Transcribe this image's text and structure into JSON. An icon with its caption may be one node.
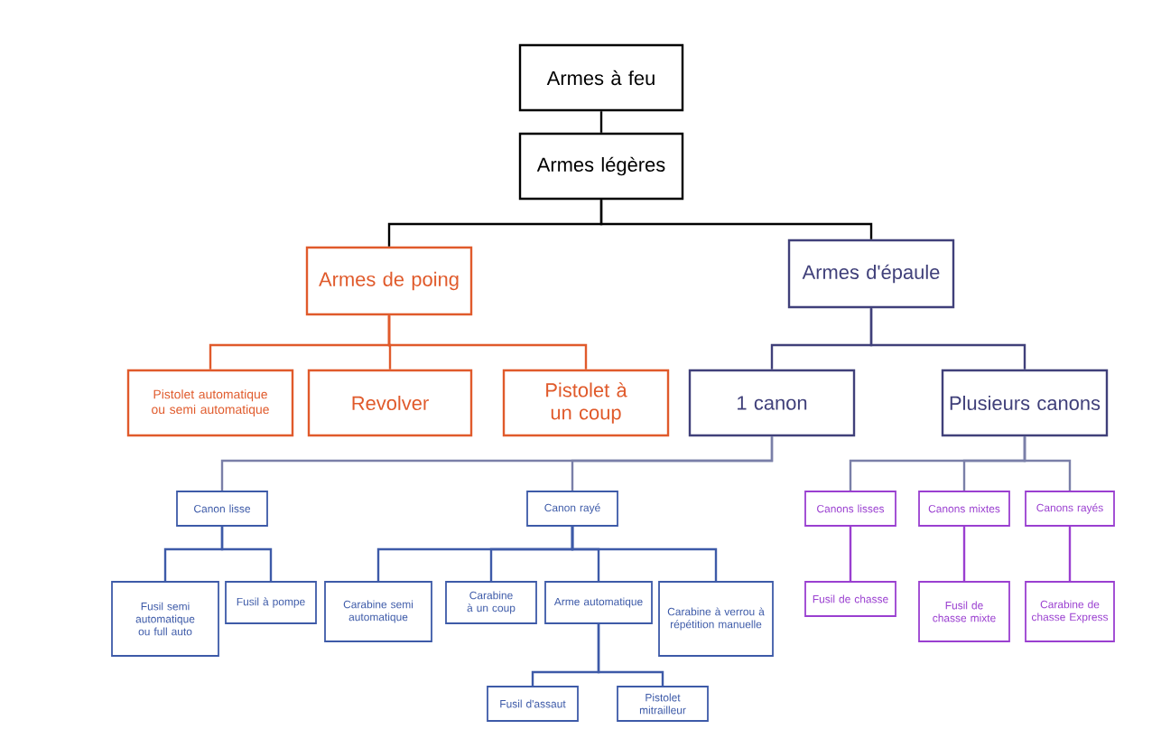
{
  "diagram": {
    "nodes": [
      {
        "text": [
          "Armes à feu"
        ]
      },
      {
        "text": [
          "Armes légères"
        ]
      },
      {
        "text": [
          "Armes de poing"
        ]
      },
      {
        "text": [
          "Armes d'épaule"
        ]
      },
      {
        "text": [
          "Pistolet automatique ou semi automatique"
        ]
      },
      {
        "text": [
          "Revolver"
        ]
      },
      {
        "text": [
          "Pistolet à un coup"
        ]
      },
      {
        "text": [
          "1 canon"
        ]
      },
      {
        "text": [
          "Plusieurs canons"
        ]
      },
      {
        "text": [
          "Canon lisse"
        ]
      },
      {
        "text": [
          "Canon rayé"
        ]
      },
      {
        "text": [
          "Canons lisses"
        ]
      },
      {
        "text": [
          "Canons mixtes"
        ]
      },
      {
        "text": [
          "Canons rayés"
        ]
      },
      {
        "text": [
          "Fusil semi automatique ou full auto"
        ]
      },
      {
        "text": [
          "Fusil à pompe"
        ]
      },
      {
        "text": [
          "Carabine semi automatique"
        ]
      },
      {
        "text": [
          "Carabine à un coup"
        ]
      },
      {
        "text": [
          "Arme automatique"
        ]
      },
      {
        "text": [
          "Carabine à verrou à répétition manuelle"
        ]
      },
      {
        "text": [
          "Fusil de chasse"
        ]
      },
      {
        "text": [
          "Fusil de chasse mixte"
        ]
      },
      {
        "text": [
          "Carabine de chasse Express"
        ]
      },
      {
        "text": [
          "Fusil d'assaut"
        ]
      },
      {
        "text": [
          "Pistolet mitrailleur"
        ]
      }
    ],
    "edges": [
      {
        "from": 0,
        "to": 1,
        "arrow": "none",
        "color": "#000000"
      },
      {
        "from": 1,
        "to": 2,
        "arrow": "none",
        "color": "#000000"
      },
      {
        "from": 1,
        "to": 3,
        "arrow": "none",
        "color": "#000000"
      },
      {
        "from": 2,
        "to": 4,
        "arrow": "none",
        "color": "#e05a2b"
      },
      {
        "from": 2,
        "to": 5,
        "arrow": "none",
        "color": "#e05a2b"
      },
      {
        "from": 2,
        "to": 6,
        "arrow": "none",
        "color": "#e05a2b"
      },
      {
        "from": 3,
        "to": 7,
        "arrow": "none",
        "color": "#40407a"
      },
      {
        "from": 3,
        "to": 8,
        "arrow": "none",
        "color": "#40407a"
      },
      {
        "from": 7,
        "to": 9,
        "arrow": "none",
        "color": "#7a7fa8"
      },
      {
        "from": 7,
        "to": 10,
        "arrow": "none",
        "color": "#7a7fa8"
      },
      {
        "from": 8,
        "to": 11,
        "arrow": "none",
        "color": "#7a7fa8"
      },
      {
        "from": 8,
        "to": 12,
        "arrow": "none",
        "color": "#7a7fa8"
      },
      {
        "from": 8,
        "to": 13,
        "arrow": "none",
        "color": "#7a7fa8"
      },
      {
        "from": 9,
        "to": 14,
        "arrow": "none"
      },
      {
        "from": 9,
        "to": 15,
        "arrow": "none"
      },
      {
        "from": 10,
        "to": 16,
        "arrow": "none"
      },
      {
        "from": 10,
        "to": 17,
        "arrow": "none"
      },
      {
        "from": 10,
        "to": 18,
        "arrow": "none"
      },
      {
        "from": 10,
        "to": 19,
        "arrow": "none"
      },
      {
        "from": 11,
        "to": 20,
        "arrow": "none",
        "color": "#9a3fd0"
      },
      {
        "from": 12,
        "to": 21,
        "arrow": "none",
        "color": "#9a3fd0"
      },
      {
        "from": 13,
        "to": 22,
        "arrow": "none",
        "color": "#9a3fd0"
      },
      {
        "from": 18,
        "to": 23,
        "arrow": "none"
      },
      {
        "from": 18,
        "to": 24,
        "arrow": "none"
      }
    ]
  }
}
